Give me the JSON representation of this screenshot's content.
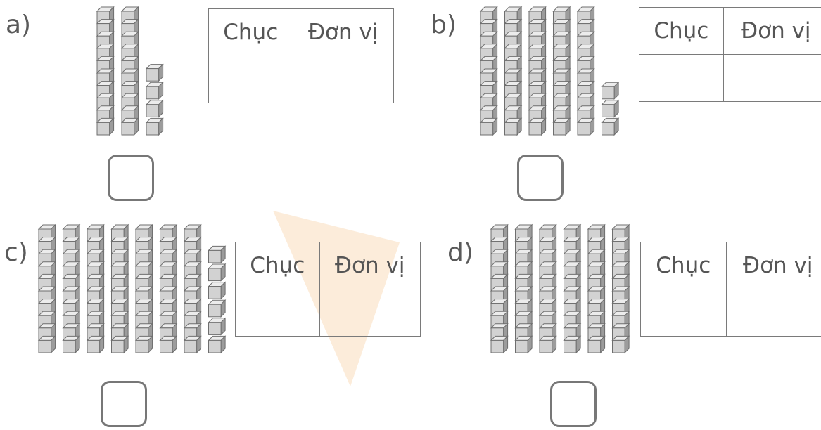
{
  "palette": {
    "cube_face": "#d2d2d2",
    "cube_top": "#ececec",
    "cube_side": "#9c9c9c",
    "cube_edge": "#6e6e6e",
    "watermark": "#f29c3a"
  },
  "problems": [
    {
      "id": "a",
      "label": "a)",
      "rods": 2,
      "units": 4,
      "table": {
        "tens": "Chục",
        "ones": "Đơn vị"
      }
    },
    {
      "id": "b",
      "label": "b)",
      "rods": 5,
      "units": 3,
      "table": {
        "tens": "Chục",
        "ones": "Đơn vị"
      }
    },
    {
      "id": "c",
      "label": "c)",
      "rods": 7,
      "units": 6,
      "table": {
        "tens": "Chục",
        "ones": "Đơn vị"
      }
    },
    {
      "id": "d",
      "label": "d)",
      "rods": 6,
      "units": 0,
      "table": {
        "tens": "Chục",
        "ones": "Đơn vị"
      }
    }
  ]
}
